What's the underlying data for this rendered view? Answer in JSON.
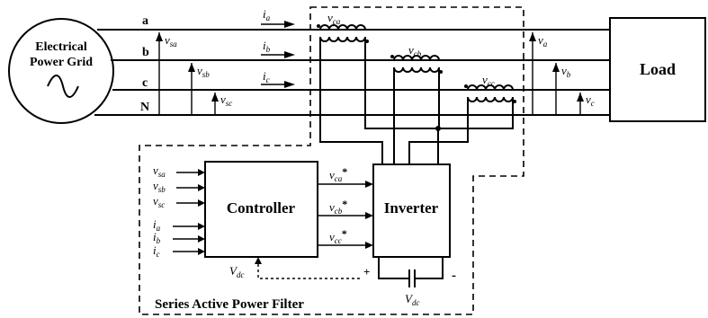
{
  "grid": {
    "line1": "Electrical",
    "line2": "Power Grid"
  },
  "phases": [
    {
      "id": "a",
      "label": "a",
      "current": "i",
      "current_sub": "a",
      "vs": "v",
      "vs_sub": "sa",
      "vload": "v",
      "vload_sub": "a",
      "vc": "v",
      "vc_sub": "ca"
    },
    {
      "id": "b",
      "label": "b",
      "current": "i",
      "current_sub": "b",
      "vs": "v",
      "vs_sub": "sb",
      "vload": "v",
      "vload_sub": "b",
      "vc": "v",
      "vc_sub": "cb"
    },
    {
      "id": "c",
      "label": "c",
      "current": "i",
      "current_sub": "c",
      "vs": "v",
      "vs_sub": "sc",
      "vload": "v",
      "vload_sub": "c",
      "vc": "v",
      "vc_sub": "cc"
    }
  ],
  "neutral": "N",
  "load": "Load",
  "controller": "Controller",
  "inverter": "Inverter",
  "controller_inputs": [
    {
      "base": "v",
      "sub": "sa"
    },
    {
      "base": "v",
      "sub": "sb"
    },
    {
      "base": "v",
      "sub": "sc"
    },
    {
      "base": "i",
      "sub": "a"
    },
    {
      "base": "i",
      "sub": "b"
    },
    {
      "base": "i",
      "sub": "c"
    }
  ],
  "references": [
    {
      "base": "v",
      "sub": "ca",
      "sup": "*"
    },
    {
      "base": "v",
      "sub": "cb",
      "sup": "*"
    },
    {
      "base": "v",
      "sub": "cc",
      "sup": "*"
    }
  ],
  "dc": {
    "base": "V",
    "sub": "dc",
    "plus": "+",
    "minus": "-"
  },
  "filter_label": "Series Active Power Filter"
}
